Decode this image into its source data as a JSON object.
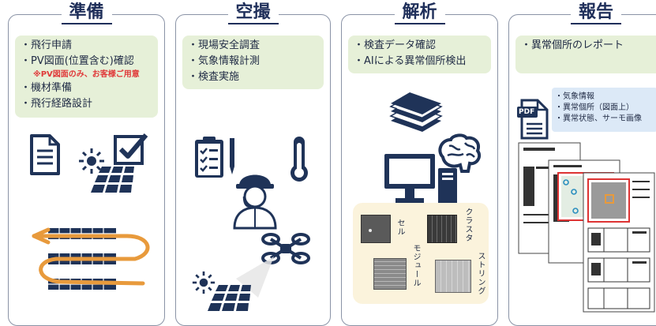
{
  "panels": [
    {
      "title": "準備",
      "items": [
        "・飛行申請",
        "・PV図面(位置含む)確認"
      ],
      "note": "※PV図面のみ、お客様ご用意",
      "items2": [
        "・機材準備",
        "・飛行経路設計"
      ]
    },
    {
      "title": "空撮",
      "items": [
        "・現場安全調査",
        "・気象情報計測",
        "・検査実施"
      ]
    },
    {
      "title": "解析",
      "items": [
        "・検査データ確認",
        "・AIによる異常個所検出"
      ],
      "analysis_labels": {
        "cell": "セル",
        "cluster": "クラスタ",
        "module": "モジュール",
        "string": "ストリング"
      }
    },
    {
      "title": "報告",
      "items": [
        "・異常個所のレポート"
      ],
      "pdf_label": "PDF",
      "report_items": [
        "・気象情報",
        "・異常個所（図面上）",
        "・異常状態、サーモ画像"
      ]
    }
  ],
  "colors": {
    "navy": "#1f3358",
    "green_box": "#e6f0d8",
    "blue_box": "#dce9f7",
    "orange": "#e89a3c",
    "red_note": "#e03a3a",
    "cream": "#fbf3dc"
  },
  "icons": [
    "document-icon",
    "sun-icon",
    "solar-panel-icon",
    "checkbox-icon",
    "flight-path-icon",
    "clipboard-checklist-icon",
    "inspector-icon",
    "thermometer-icon",
    "drone-icon",
    "paper-stack-icon",
    "computer-icon",
    "brain-icon",
    "pdf-icon",
    "report-pages-icon"
  ]
}
